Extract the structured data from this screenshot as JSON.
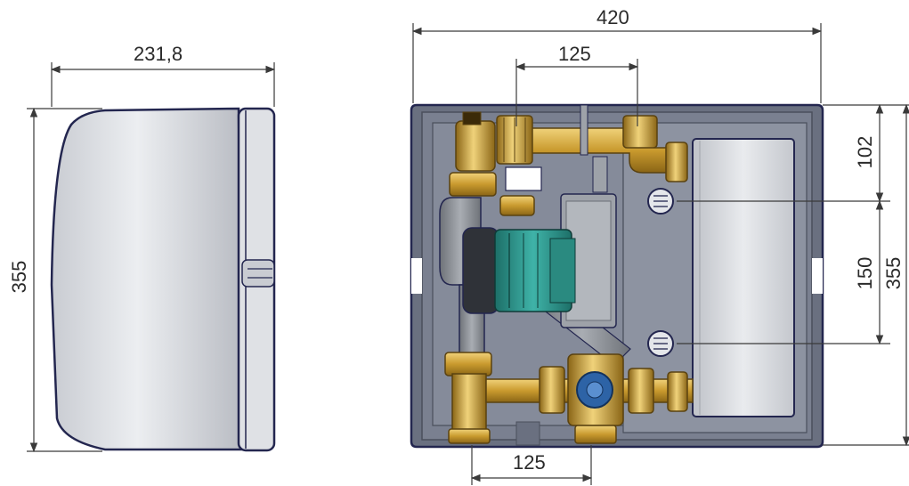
{
  "dimensions": {
    "side_width": "231,8",
    "side_height": "355",
    "front_width": "420",
    "top_spacing": "125",
    "bottom_spacing": "125",
    "upper_offset": "102",
    "mount_spacing": "150",
    "front_height": "355"
  },
  "colors": {
    "dim_line": "#3a3a3a",
    "housing": "#d3d6dc",
    "housing_outline": "#23264f",
    "frame": "#5f6575",
    "brass": "#c99a2e",
    "pump": "#2e9a90",
    "pipe_grey": "#8a8e94"
  }
}
